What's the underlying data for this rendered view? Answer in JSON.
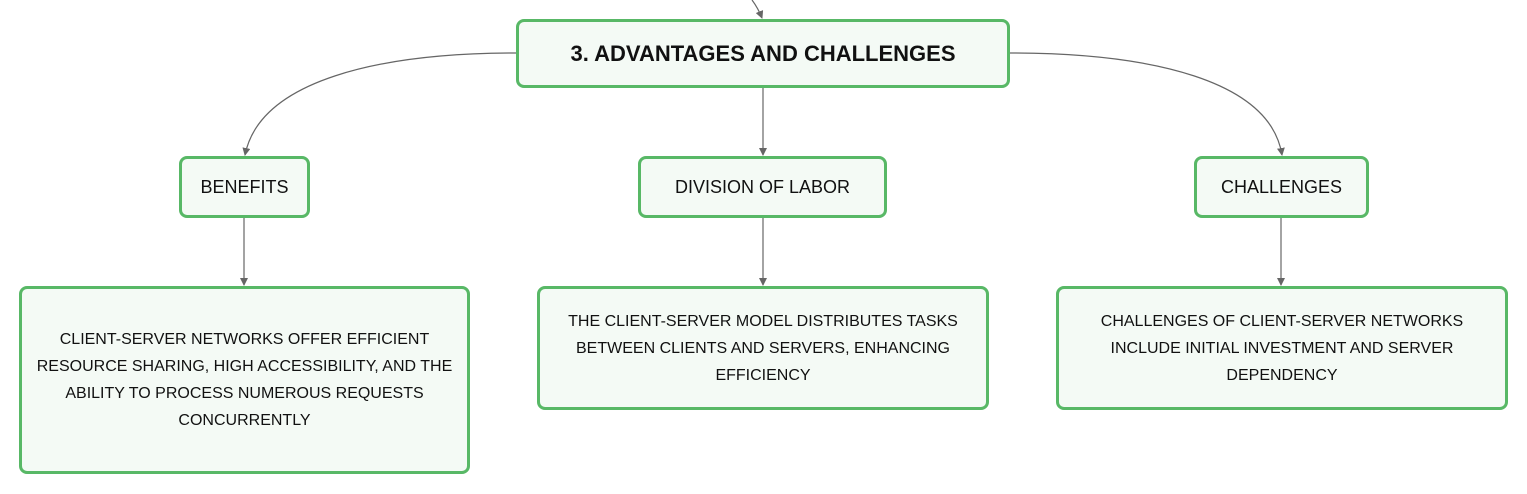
{
  "diagram": {
    "root": {
      "label": "3. ADVANTAGES AND CHALLENGES"
    },
    "branches": [
      {
        "label": "BENEFITS",
        "detail": "CLIENT-SERVER NETWORKS OFFER EFFICIENT RESOURCE SHARING, HIGH ACCESSIBILITY, AND THE ABILITY TO PROCESS NUMEROUS REQUESTS CONCURRENTLY"
      },
      {
        "label": "DIVISION OF LABOR",
        "detail": "THE CLIENT-SERVER MODEL DISTRIBUTES TASKS BETWEEN CLIENTS AND SERVERS, ENHANCING EFFICIENCY"
      },
      {
        "label": "CHALLENGES",
        "detail": "CHALLENGES OF CLIENT-SERVER NETWORKS INCLUDE INITIAL INVESTMENT AND SERVER DEPENDENCY"
      }
    ],
    "colors": {
      "node_border": "#58b866",
      "node_fill": "#f4faf5",
      "connector": "#666666",
      "text": "#111111"
    }
  }
}
